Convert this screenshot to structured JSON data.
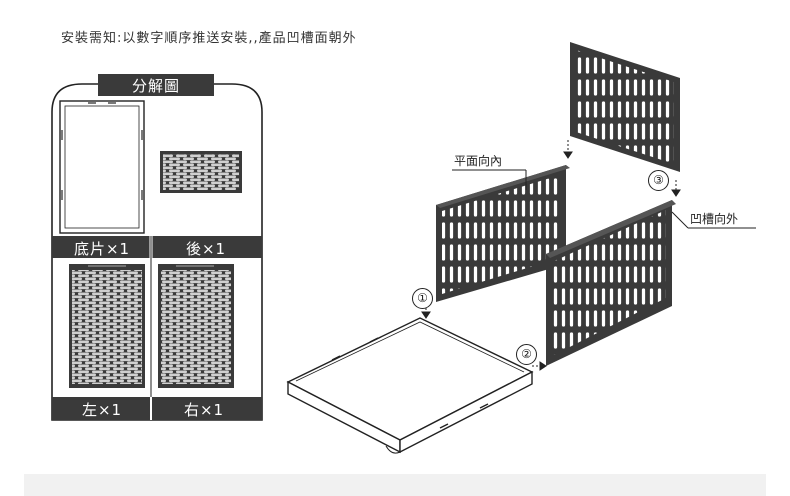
{
  "instruction": "安裝需知:以數字順序推送安裝,,產品凹槽面朝外",
  "exploded_view": {
    "title": "分解圖",
    "parts": {
      "bottom": "底片×1",
      "back": "後×1",
      "left": "左×1",
      "right": "右×1"
    }
  },
  "callouts": {
    "flat_inward": "平面向內",
    "groove_outward": "凹槽向外"
  },
  "steps": [
    "①",
    "②",
    "③"
  ]
}
